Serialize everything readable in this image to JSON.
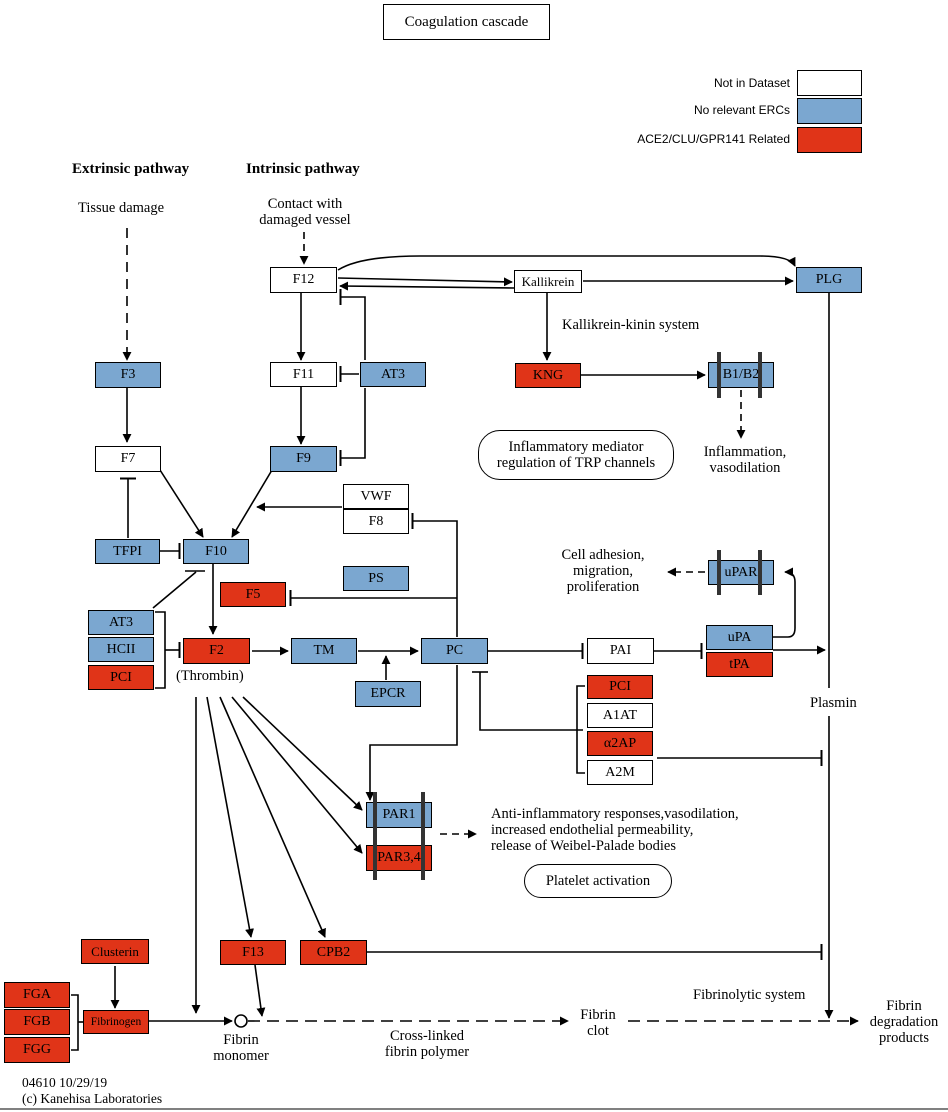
{
  "title": "Coagulation cascade",
  "legend": [
    {
      "label": "Not in Dataset",
      "color": "#ffffff"
    },
    {
      "label": "No relevant ERCs",
      "color": "#7ba7d0"
    },
    {
      "label": "ACE2/CLU/GPR141  Related",
      "color": "#e03418"
    }
  ],
  "headings": {
    "extrinsic": "Extrinsic pathway",
    "intrinsic": "Intrinsic pathway"
  },
  "labels": {
    "tissue_damage": "Tissue damage",
    "contact_1": "Contact with",
    "contact_2": "damaged vessel",
    "kallikrein_kinin": "Kallikrein-kinin system",
    "inflammation_1": "Inflammation,",
    "inflammation_2": "vasodilation",
    "cell_adhesion_1": "Cell adhesion,",
    "cell_adhesion_2": "migration,",
    "cell_adhesion_3": "proliferation",
    "thrombin": "(Thrombin)",
    "plasmin": "Plasmin",
    "anti_1": "Anti-inflammatory responses,vasodilation,",
    "anti_2": "increased endothelial permeability,",
    "anti_3": "release of Weibel-Palade bodies",
    "fibrinolytic": "Fibrinolytic system",
    "fibrin_monomer_1": "Fibrin",
    "fibrin_monomer_2": "monomer",
    "crosslinked_1": "Cross-linked",
    "crosslinked_2": "fibrin polymer",
    "fibrin_clot_1": "Fibrin",
    "fibrin_clot_2": "clot",
    "fdp_1": "Fibrin",
    "fdp_2": "degradation",
    "fdp_3": "products",
    "footer_1": "04610 10/29/19",
    "footer_2": "(c) Kanehisa Laboratories"
  },
  "pills": {
    "inflammatory_1": "Inflammatory mediator",
    "inflammatory_2": "regulation of TRP channels",
    "platelet": "Platelet activation"
  },
  "genes": {
    "f12": {
      "label": "F12",
      "status": "not_in_dataset"
    },
    "kallikrein": {
      "label": "Kallikrein",
      "status": "not_in_dataset"
    },
    "plg": {
      "label": "PLG",
      "status": "no_relevant_ercs"
    },
    "f11": {
      "label": "F11",
      "status": "not_in_dataset"
    },
    "at3_top": {
      "label": "AT3",
      "status": "no_relevant_ercs"
    },
    "f3": {
      "label": "F3",
      "status": "no_relevant_ercs"
    },
    "kng": {
      "label": "KNG",
      "status": "related"
    },
    "b1b2": {
      "label": "B1/B2",
      "status": "no_relevant_ercs"
    },
    "f7": {
      "label": "F7",
      "status": "not_in_dataset"
    },
    "f9": {
      "label": "F9",
      "status": "no_relevant_ercs"
    },
    "vwf": {
      "label": "VWF",
      "status": "not_in_dataset"
    },
    "f8": {
      "label": "F8",
      "status": "not_in_dataset"
    },
    "tfpi": {
      "label": "TFPI",
      "status": "no_relevant_ercs"
    },
    "f10": {
      "label": "F10",
      "status": "no_relevant_ercs"
    },
    "upar": {
      "label": "uPAR",
      "status": "no_relevant_ercs"
    },
    "f5": {
      "label": "F5",
      "status": "related"
    },
    "ps": {
      "label": "PS",
      "status": "no_relevant_ercs"
    },
    "at3": {
      "label": "AT3",
      "status": "no_relevant_ercs"
    },
    "hcii": {
      "label": "HCII",
      "status": "no_relevant_ercs"
    },
    "pci_left": {
      "label": "PCI",
      "status": "related"
    },
    "f2": {
      "label": "F2",
      "status": "related"
    },
    "tm": {
      "label": "TM",
      "status": "no_relevant_ercs"
    },
    "pc": {
      "label": "PC",
      "status": "no_relevant_ercs"
    },
    "pai": {
      "label": "PAI",
      "status": "not_in_dataset"
    },
    "upa": {
      "label": "uPA",
      "status": "no_relevant_ercs"
    },
    "tpa": {
      "label": "tPA",
      "status": "related"
    },
    "epcr": {
      "label": "EPCR",
      "status": "no_relevant_ercs"
    },
    "pci_right": {
      "label": "PCI",
      "status": "related"
    },
    "a1at": {
      "label": "A1AT",
      "status": "not_in_dataset"
    },
    "a2ap": {
      "label": "α2AP",
      "status": "related"
    },
    "a2m": {
      "label": "A2M",
      "status": "not_in_dataset"
    },
    "par1": {
      "label": "PAR1",
      "status": "no_relevant_ercs"
    },
    "par34": {
      "label": "PAR3,4",
      "status": "related"
    },
    "clusterin": {
      "label": "Clusterin",
      "status": "related"
    },
    "f13": {
      "label": "F13",
      "status": "related"
    },
    "cpb2": {
      "label": "CPB2",
      "status": "related"
    },
    "fga": {
      "label": "FGA",
      "status": "related"
    },
    "fgb": {
      "label": "FGB",
      "status": "related"
    },
    "fgg": {
      "label": "FGG",
      "status": "related"
    },
    "fibrinogen": {
      "label": "Fibrinogen",
      "status": "related"
    }
  }
}
